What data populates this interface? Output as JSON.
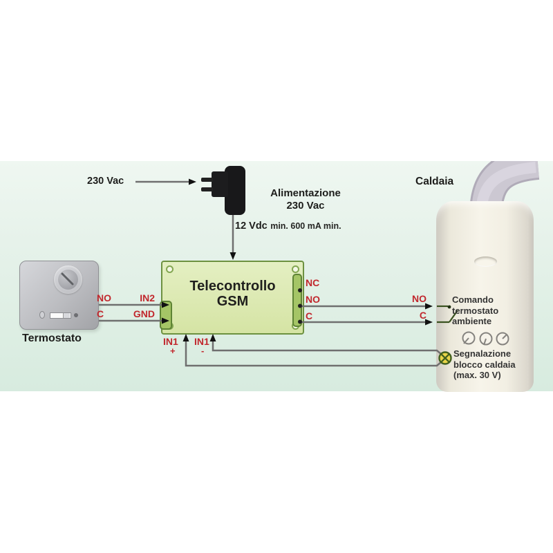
{
  "power": {
    "source_label": "230 Vac",
    "adapter_title_1": "Alimentazione",
    "adapter_title_2": "230 Vac",
    "dc_value": "12 Vdc",
    "dc_spec": "min. 600 mA min."
  },
  "gsm": {
    "title_1": "Telecontrollo",
    "title_2": "GSM",
    "inputs": {
      "in2": "IN2",
      "gnd": "GND",
      "in1_plus_label": "IN1",
      "plus_sign": "+",
      "in1_minus_label": "IN1",
      "minus_sign": "-"
    },
    "outputs": {
      "nc": "NC",
      "no": "NO",
      "c": "C"
    }
  },
  "thermostat": {
    "label": "Termostato",
    "contacts": {
      "no": "NO",
      "c": "C"
    }
  },
  "boiler": {
    "label": "Caldaia",
    "contacts": {
      "no": "NO",
      "c": "C"
    },
    "note_command": [
      "Comando",
      "termostato",
      "ambiente"
    ],
    "note_signal": [
      "Segnalazione",
      "blocco caldaia",
      "(max. 30 V)"
    ]
  },
  "colors": {
    "label_red": "#c1272d",
    "board_green": "#dce9b2",
    "board_border": "#6d9140",
    "panel_mint": "#e3f0e7",
    "wire_gray": "#6f6f6f",
    "lamp_yellow": "#e9d549",
    "boiler_cream": "#f2efe3"
  }
}
